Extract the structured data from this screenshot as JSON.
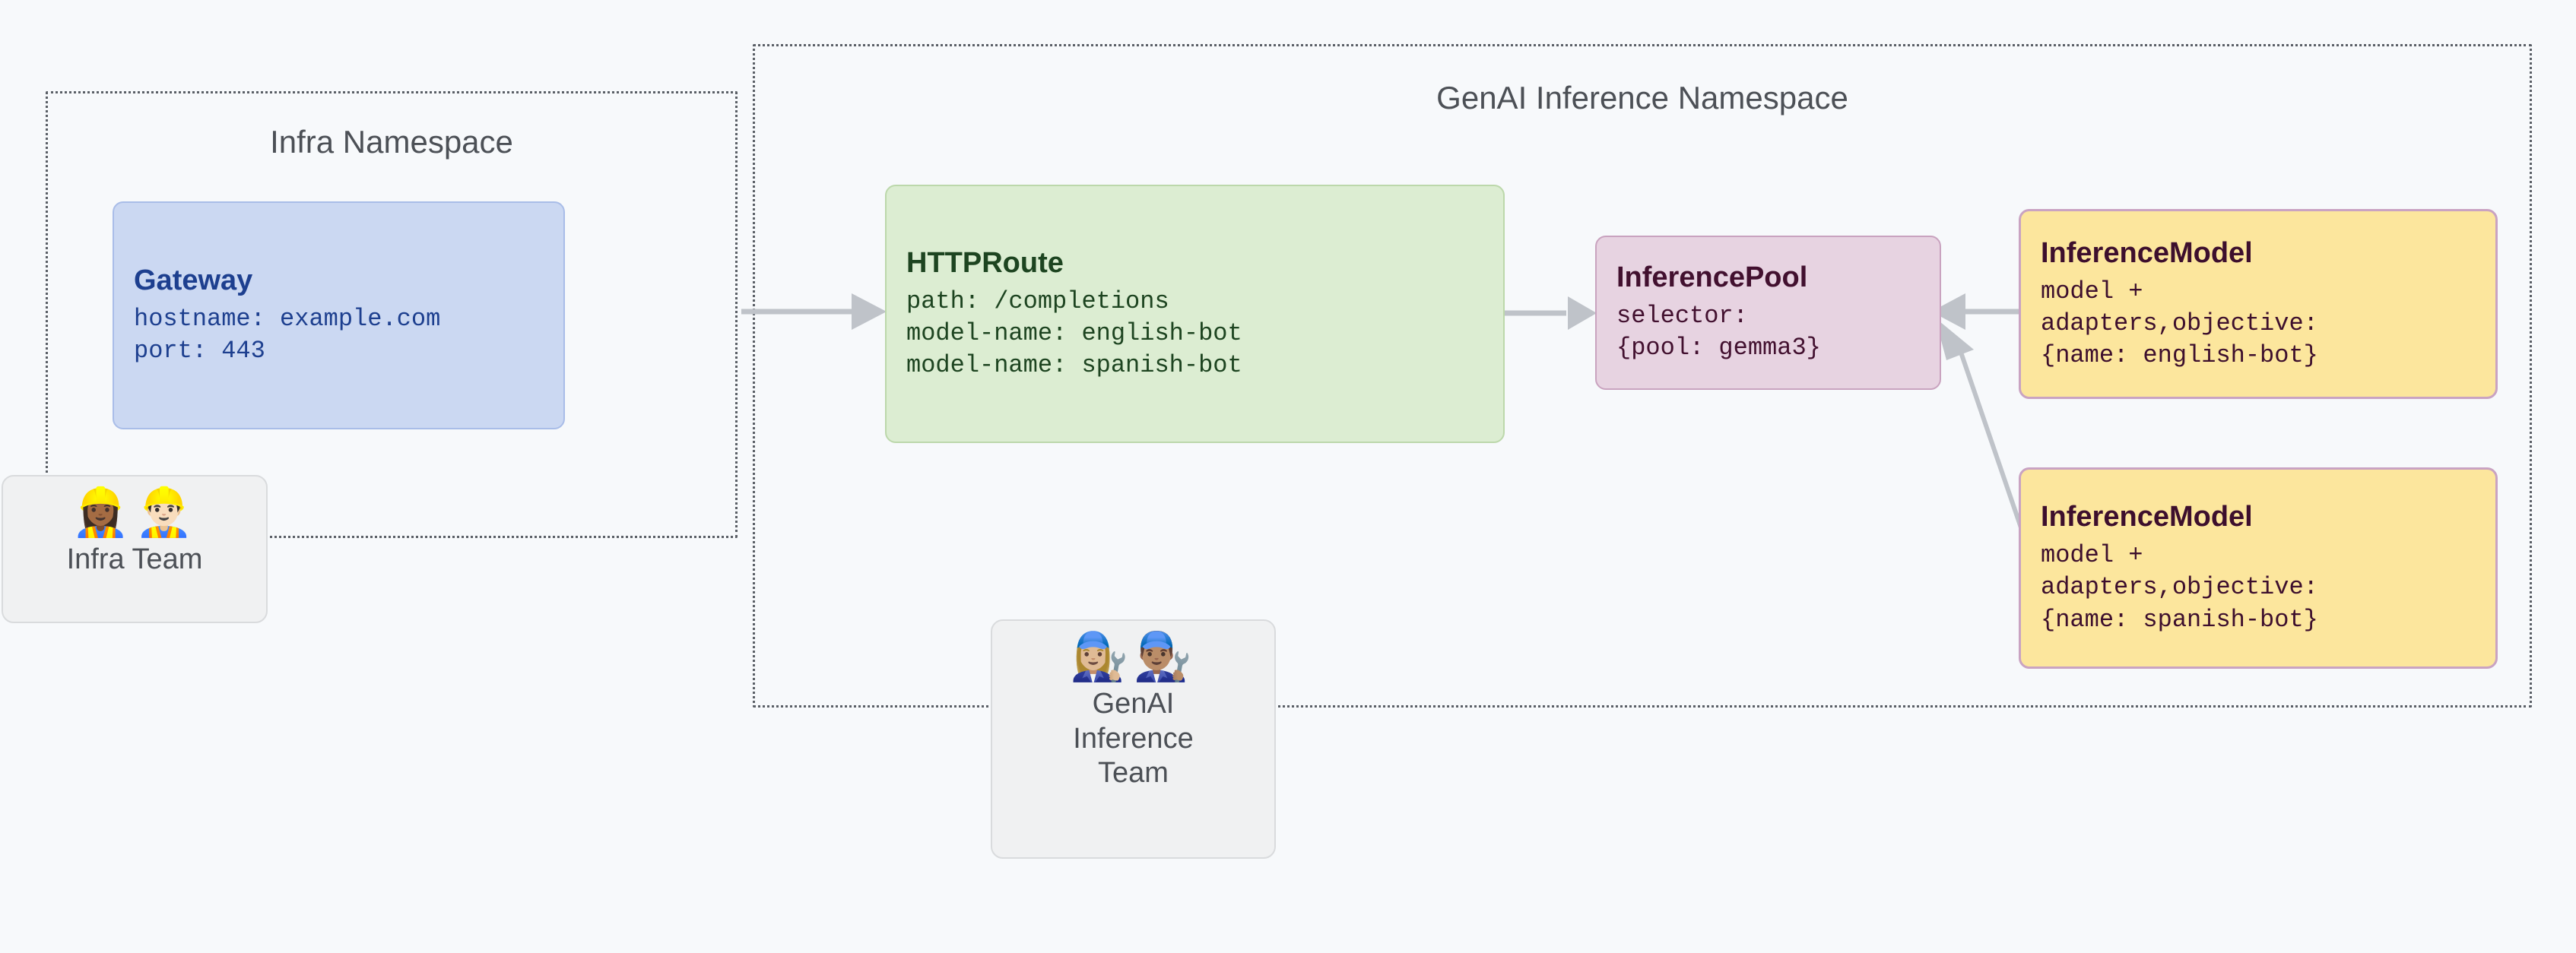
{
  "diagram": {
    "background_color": "#f7f9fb",
    "namespaces": [
      {
        "id": "infra",
        "title": "Infra Namespace",
        "border_color": "#5a5f66"
      },
      {
        "id": "genai",
        "title": "GenAI Inference Namespace",
        "border_color": "#5a5f66"
      }
    ],
    "nodes": {
      "gateway": {
        "title": "Gateway",
        "lines": [
          "hostname: example.com",
          "port: 443"
        ],
        "fill": "#cbd8f2",
        "stroke": "#a9bde8",
        "text_color": "#1d3f8f"
      },
      "httproute": {
        "title": "HTTPRoute",
        "lines": [
          "path: /completions",
          "model-name: english-bot",
          "model-name: spanish-bot"
        ],
        "fill": "#dcedd2",
        "stroke": "#bcd8ab",
        "text_color": "#1d4420"
      },
      "inferencepool": {
        "title": "InferencePool",
        "lines": [
          "selector:",
          "{pool: gemma3}"
        ],
        "fill": "#e7d3e1",
        "stroke": "#c9a3bf",
        "text_color": "#42102f"
      },
      "inferencemodel_english": {
        "title": "InferenceModel",
        "lines": [
          "model +",
          "adapters,objective:",
          "{name: english-bot}"
        ],
        "fill": "#fce69d",
        "stroke": "#c9a3c2",
        "text_color": "#3d0f2d"
      },
      "inferencemodel_spanish": {
        "title": "InferenceModel",
        "lines": [
          "model +",
          "adapters,objective:",
          "{name: spanish-bot}"
        ],
        "fill": "#fce69d",
        "stroke": "#c9a3c2",
        "text_color": "#3d0f2d"
      }
    },
    "teams": [
      {
        "id": "infra-team",
        "label": "Infra Team",
        "emoji": "👷🏾‍♀️👷🏻‍♂️",
        "icon_names": [
          "construction-worker-woman-icon",
          "construction-worker-man-icon"
        ]
      },
      {
        "id": "genai-inference-team",
        "label": "GenAI\nInference\nTeam",
        "emoji": "👩🏼‍🔧👨🏽‍🔧",
        "icon_names": [
          "mechanic-woman-icon",
          "mechanic-man-icon"
        ]
      }
    ],
    "edges": [
      {
        "id": "gateway-to-httproute",
        "from": "gateway",
        "to": "httproute",
        "color": "#bfc3c9",
        "arrow": "end"
      },
      {
        "id": "httproute-to-inferencepool",
        "from": "httproute",
        "to": "inferencepool",
        "color": "#bfc3c9",
        "arrow": "end"
      },
      {
        "id": "english-model-to-inferencepool",
        "from": "inferencemodel_english",
        "to": "inferencepool",
        "color": "#bfc3c9",
        "arrow": "end"
      },
      {
        "id": "spanish-model-to-inferencepool",
        "from": "inferencemodel_spanish",
        "to": "inferencepool",
        "color": "#bfc3c9",
        "arrow": "end"
      }
    ]
  }
}
